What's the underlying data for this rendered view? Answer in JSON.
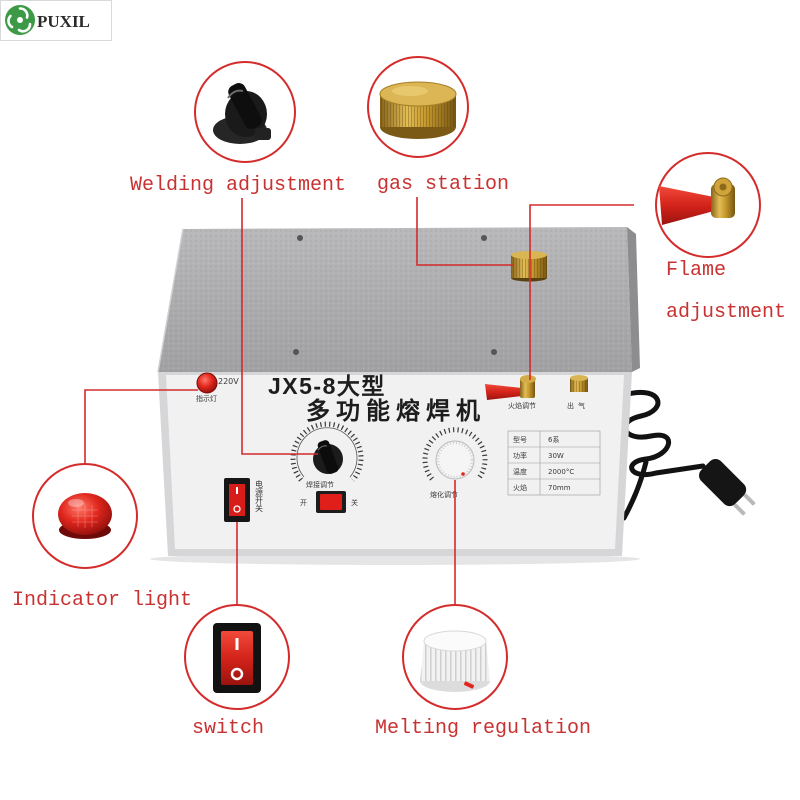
{
  "brand": {
    "name": "PUXIL",
    "icon": "green-swirl-logo-icon"
  },
  "colors": {
    "callout_red": "#d42b2b",
    "label_text": "#c83232",
    "brand_green": "#3c9a47",
    "brass": "#c99a2e"
  },
  "callouts": {
    "welding": {
      "label": "Welding adjustment",
      "icon": "black-welding-knob-icon"
    },
    "gas": {
      "label": "gas station",
      "icon": "brass-gas-cap-icon"
    },
    "flame": {
      "label_line1": "Flame",
      "label_line2": "adjustment",
      "icon": "red-flame-valve-icon"
    },
    "indicator": {
      "label": "Indicator light",
      "icon": "red-indicator-lamp-icon"
    },
    "switch": {
      "label": "switch",
      "icon": "red-rocker-switch-icon"
    },
    "melting": {
      "label": "Melting regulation",
      "icon": "white-melting-knob-icon"
    }
  },
  "machine": {
    "title_line1": "JX5-8大型",
    "title_line2": "多功能熔焊机",
    "voltage": "220V",
    "indicator_label": "指示灯",
    "flame_label": "火焰调节",
    "outlet_label": "出气",
    "welding_label": "焊接调节",
    "button_on_label": "开",
    "button_off_label": "关",
    "power_switch_label": "电源开关",
    "melting_label": "熔化调节",
    "specs": [
      {
        "key": "型号",
        "value": "6系"
      },
      {
        "key": "功率",
        "value": "30W"
      },
      {
        "key": "温度",
        "value": "2000°C"
      },
      {
        "key": "火焰",
        "value": "70mm"
      }
    ]
  }
}
